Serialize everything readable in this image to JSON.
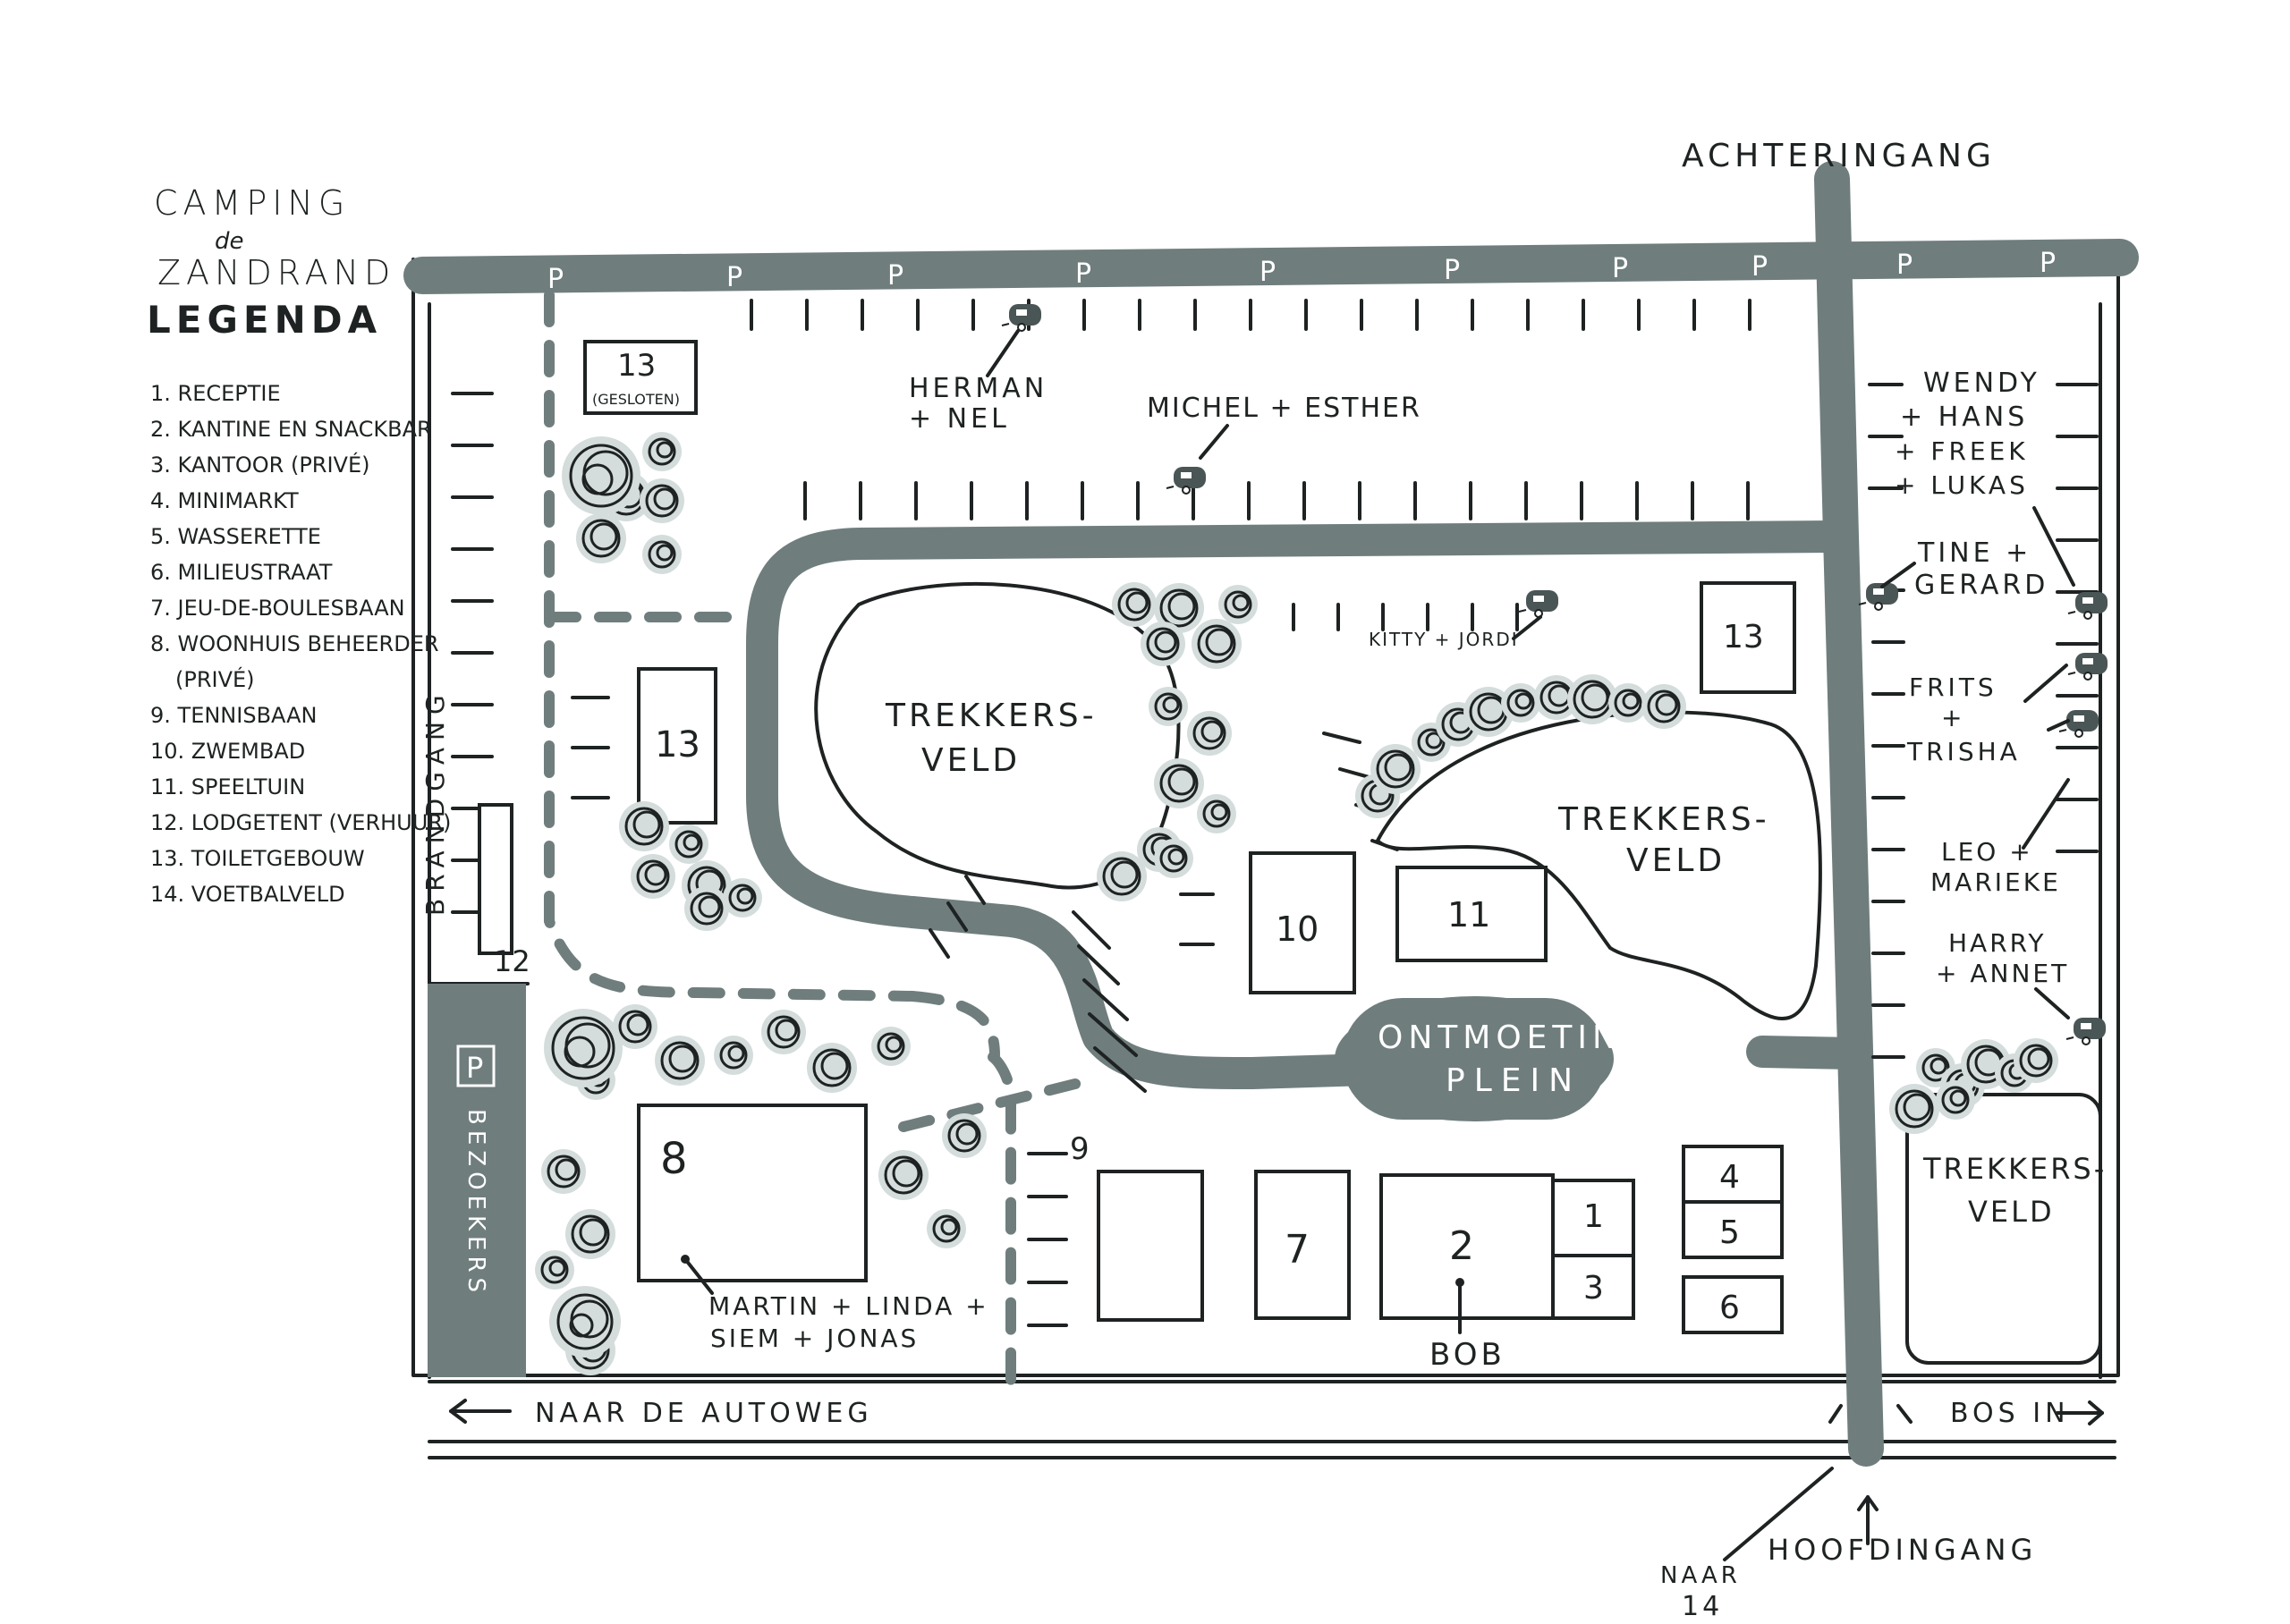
{
  "title": {
    "line1": "CAMPING",
    "line2": "de",
    "line3": "ZANDRAND"
  },
  "legend": {
    "heading": "LEGENDA",
    "items": [
      "1. RECEPTIE",
      "2. KANTINE EN SNACKBAR",
      "3. KANTOOR (PRIVÉ)",
      "4. MINIMARKT",
      "5. WASSERETTE",
      "6. MILIEUSTRAAT",
      "7. JEU-DE-BOULESBAAN",
      "8. WOONHUIS BEHEERDER",
      "(PRIVÉ)",
      "9. TENNISBAAN",
      "10. ZWEMBAD",
      "11. SPEELTUIN",
      "12. LODGETENT (VERHUUR)",
      "13. TOILETGEBOUW",
      "14. VOETBALVELD"
    ]
  },
  "entrances": {
    "rear": "ACHTERINGANG",
    "main": "HOOFDINGANG",
    "fire_lane": "BRANDGANG",
    "to_motorway": "NAAR DE AUTOWEG",
    "into_forest": "BOS IN",
    "to_14_line1": "NAAR",
    "to_14_line2": "14"
  },
  "parking": {
    "marker": "P",
    "visitors_marker": "P",
    "visitors_label": "BEZOEKERS"
  },
  "areas": {
    "meeting_square_line1": "ONTMOETINGS-",
    "meeting_square_line2": "PLEIN",
    "field_left_line1": "TREKKERS-",
    "field_left_line2": "VELD",
    "field_mid_line1": "TREKKERS-",
    "field_mid_line2": "VELD",
    "field_right_line1": "TREKKERS-",
    "field_right_line2": "VELD"
  },
  "buildings": {
    "b13_top": "13",
    "b13_top_note": "(GESLOTEN)",
    "b13_left": "13",
    "b13_right": "13",
    "b12": "12",
    "b10": "10",
    "b11": "11",
    "b8": "8",
    "b9": "9",
    "b7": "7",
    "b2": "2",
    "b1": "1",
    "b3": "3",
    "b4": "4",
    "b5": "5",
    "b6": "6"
  },
  "guests": {
    "herman_nel_1": "HERMAN",
    "herman_nel_2": "+ NEL",
    "michel_esther": "MICHEL + ESTHER",
    "wendy_1": "WENDY",
    "wendy_2": "+ HANS",
    "wendy_3": "+ FREEK",
    "wendy_4": "+ LUKAS",
    "tine_1": "TINE +",
    "tine_2": "GERARD",
    "kitty_jordi": "KITTY + JORDI",
    "frits_1": "FRITS",
    "frits_2": "+",
    "frits_3": "TRISHA",
    "leo_1": "LEO +",
    "leo_2": "MARIEKE",
    "harry_1": "HARRY",
    "harry_2": "+ ANNET",
    "martin_1": "MARTIN + LINDA +",
    "martin_2": "SIEM + JONAS",
    "bob": "BOB"
  },
  "colors": {
    "road": "#6f7d7d",
    "ink": "#1e2222",
    "bush": "#d4dcdc"
  }
}
